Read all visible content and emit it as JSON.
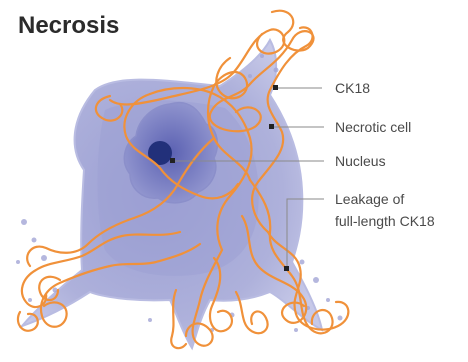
{
  "title": "Necrosis",
  "labels": {
    "ck18": "CK18",
    "necrotic_cell": "Necrotic cell",
    "nucleus": "Nucleus",
    "leakage_line1": "Leakage of",
    "leakage_line2": "full-length CK18"
  },
  "colors": {
    "cell_fill": "#a9acd8",
    "cell_inner": "#8c90c9",
    "nucleus_outer": "#6f74bd",
    "nucleus_core": "#23307a",
    "filament": "#f0913a",
    "pointer": "#8a8a8a",
    "marker": "#222222"
  }
}
